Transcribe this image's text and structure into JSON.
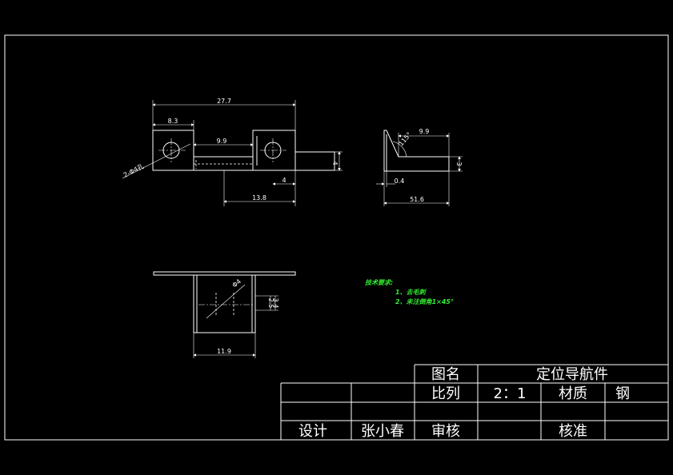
{
  "dimensions": {
    "top_total": "27.7",
    "top_left_width": "8.3",
    "top_slot": "9.9",
    "top_height": "4",
    "top_tab": "4",
    "top_bottom": "13.8",
    "holes_label": "2-Φ4孔",
    "side_top": "9.9",
    "side_angle": "115°",
    "side_height": "3",
    "side_thickness": "0.4",
    "side_total": "51.6",
    "front_dia": "Φ4",
    "front_h1": "2.5",
    "front_h2": "3.4",
    "front_width": "11.9"
  },
  "notes": {
    "heading": "技术要求:",
    "line1": "1、去毛刺",
    "line2": "2、未注倒角1×45°"
  },
  "title_block": {
    "label_name": "图名",
    "part_name": "定位导航件",
    "label_scale": "比列",
    "scale_value": "2：1",
    "label_material": "材质",
    "material_value": "钢",
    "label_design": "设计",
    "designer": "张小春",
    "label_review": "审核",
    "label_approve": "核准"
  },
  "colors": {
    "background": "#000000",
    "lines": "#ffffff",
    "notes": "#33ee33"
  }
}
